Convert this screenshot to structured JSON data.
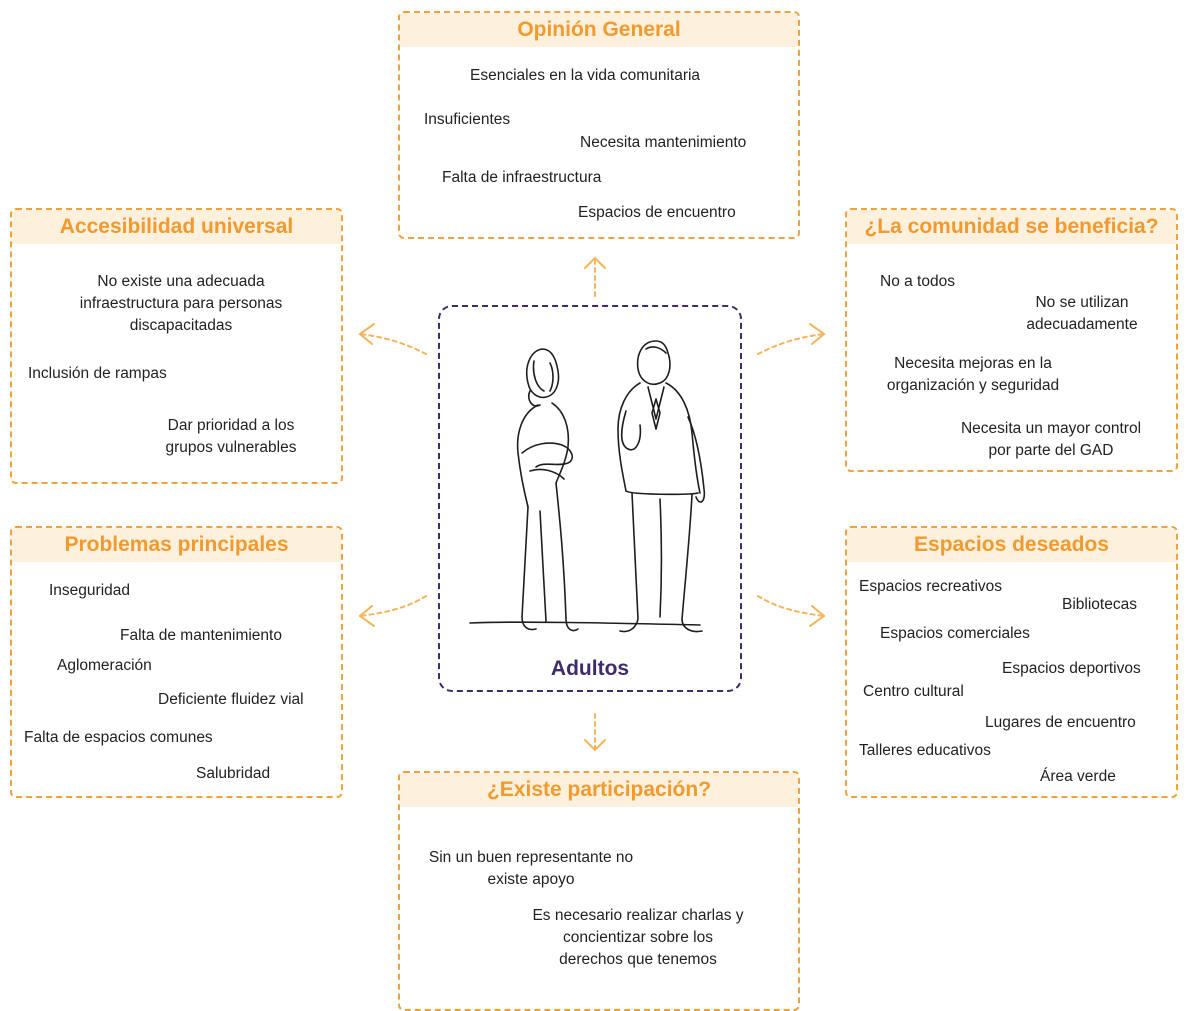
{
  "center": {
    "label": "Adultos"
  },
  "opinion_general": {
    "title": "Opinión General",
    "items": [
      "Esenciales en la vida comunitaria",
      "Insuficientes",
      "Necesita mantenimiento",
      "Falta de infraestructura",
      "Espacios de encuentro"
    ]
  },
  "accesibilidad": {
    "title": "Accesibilidad universal",
    "items": [
      "No existe una adecuada\ninfraestructura para personas\ndiscapacitadas",
      "Inclusión de rampas",
      "Dar prioridad a los\ngrupos vulnerables"
    ]
  },
  "beneficio": {
    "title": "¿La comunidad se beneficia?",
    "items": [
      "No a todos",
      "No se utilizan\nadecuadamente",
      "Necesita mejoras en la\norganización y seguridad",
      "Necesita un mayor control\npor parte del GAD"
    ]
  },
  "problemas": {
    "title": "Problemas principales",
    "items": [
      "Inseguridad",
      "Falta de mantenimiento",
      "Aglomeración",
      "Deficiente fluidez vial",
      "Falta de espacios comunes",
      "Salubridad"
    ]
  },
  "espacios": {
    "title": "Espacios deseados",
    "items": [
      "Espacios recreativos",
      "Bibliotecas",
      "Espacios comerciales",
      "Espacios deportivos",
      "Centro cultural",
      "Lugares de encuentro",
      "Talleres educativos",
      "Área verde"
    ]
  },
  "participacion": {
    "title": "¿Existe participación?",
    "items": [
      "Sin un buen representante no\nexiste apoyo",
      "Es necesario realizar charlas y\nconcientizar sobre los\nderechos que tenemos"
    ]
  },
  "colors": {
    "accent": "#f29a2e",
    "title_bg": "#fdf0dd",
    "center_border": "#3d2b6b"
  }
}
